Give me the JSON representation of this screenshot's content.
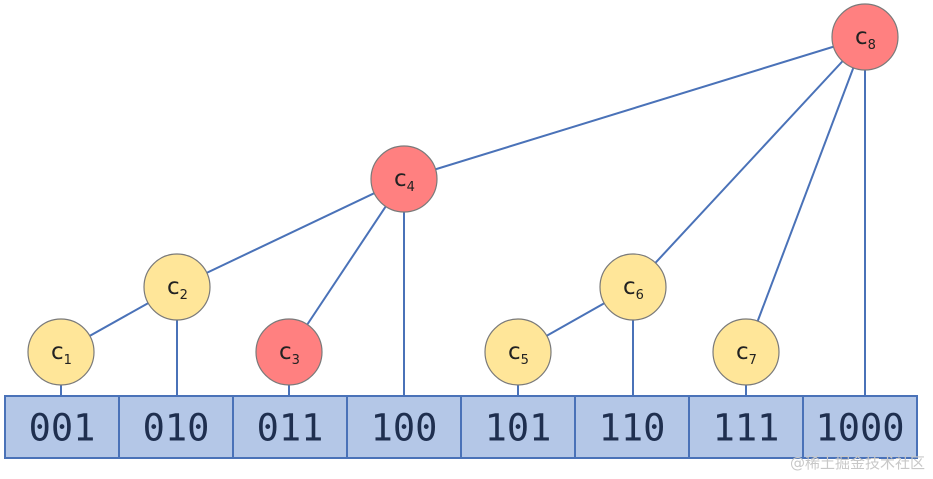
{
  "colors": {
    "line": "#4a72b8",
    "cell_fill": "#b4c7e7",
    "cell_border": "#4a72b8",
    "node_yellow": "#ffe699",
    "node_red": "#ff8080"
  },
  "array_cells": [
    "001",
    "010",
    "011",
    "100",
    "101",
    "110",
    "111",
    "1000"
  ],
  "nodes": [
    {
      "id": "c1",
      "letter": "c",
      "sub": "1",
      "color": "yellow",
      "cell": 0,
      "children": []
    },
    {
      "id": "c2",
      "letter": "c",
      "sub": "2",
      "color": "yellow",
      "cell": 1,
      "children": [
        "c1"
      ]
    },
    {
      "id": "c3",
      "letter": "c",
      "sub": "3",
      "color": "red",
      "cell": 2,
      "children": []
    },
    {
      "id": "c4",
      "letter": "c",
      "sub": "4",
      "color": "red",
      "cell": 3,
      "children": [
        "c2",
        "c3"
      ]
    },
    {
      "id": "c5",
      "letter": "c",
      "sub": "5",
      "color": "yellow",
      "cell": 4,
      "children": []
    },
    {
      "id": "c6",
      "letter": "c",
      "sub": "6",
      "color": "yellow",
      "cell": 5,
      "children": [
        "c5"
      ]
    },
    {
      "id": "c7",
      "letter": "c",
      "sub": "7",
      "color": "yellow",
      "cell": 6,
      "children": []
    },
    {
      "id": "c8",
      "letter": "c",
      "sub": "8",
      "color": "red",
      "cell": 7,
      "children": [
        "c4",
        "c6",
        "c7"
      ]
    }
  ],
  "watermark": "@稀土掘金技术社区"
}
